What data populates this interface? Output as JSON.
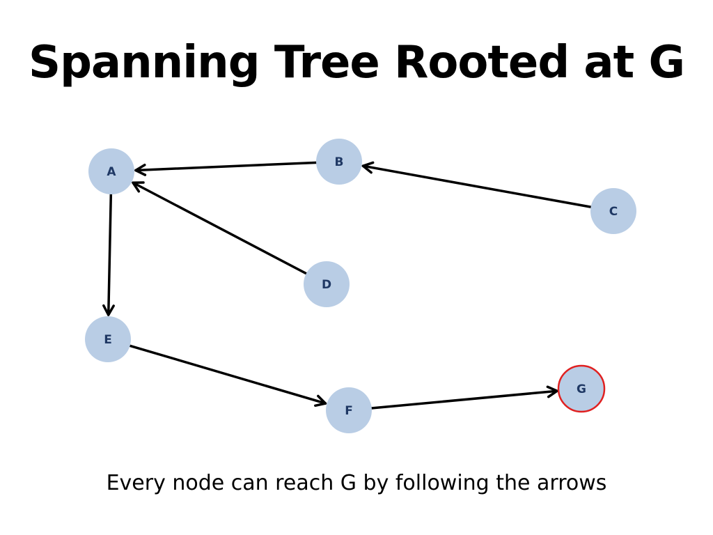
{
  "title": "Spanning Tree Rooted at G",
  "caption": "Every node can reach G by following the arrows",
  "colors": {
    "node_fill": "#b9cde5",
    "node_text": "#1f3864",
    "root_border": "#e02020",
    "edge": "#000000"
  },
  "nodes": [
    {
      "id": "A",
      "label": "A",
      "root": false
    },
    {
      "id": "B",
      "label": "B",
      "root": false
    },
    {
      "id": "C",
      "label": "C",
      "root": false
    },
    {
      "id": "D",
      "label": "D",
      "root": false
    },
    {
      "id": "E",
      "label": "E",
      "root": false
    },
    {
      "id": "F",
      "label": "F",
      "root": false
    },
    {
      "id": "G",
      "label": "G",
      "root": true
    }
  ],
  "edges": [
    {
      "from": "B",
      "to": "A"
    },
    {
      "from": "C",
      "to": "B"
    },
    {
      "from": "D",
      "to": "A"
    },
    {
      "from": "A",
      "to": "E"
    },
    {
      "from": "E",
      "to": "F"
    },
    {
      "from": "F",
      "to": "G"
    }
  ]
}
